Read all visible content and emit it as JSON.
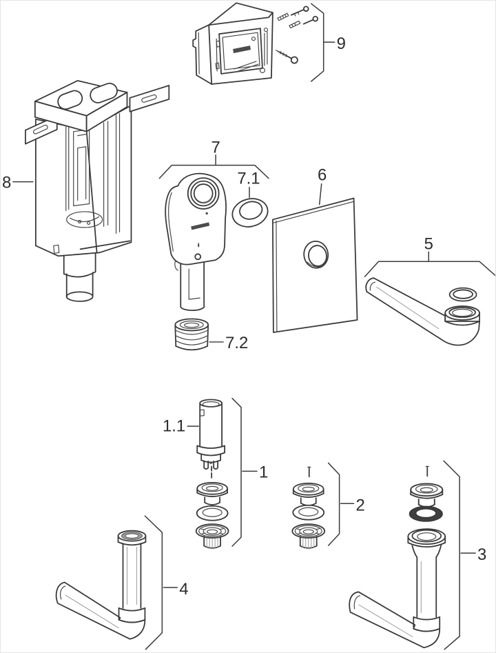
{
  "page": {
    "background": "#ffffff",
    "border_color": "#e4e4e4",
    "line_color": "#3a3a3a",
    "label_color": "#2b2b2b"
  },
  "diagram": {
    "type": "exploded-parts-diagram",
    "subject": "concealed cistern, odour trap and drain fittings spare parts",
    "callouts": {
      "c9": {
        "label": "9"
      },
      "c8": {
        "label": "8"
      },
      "c7": {
        "label": "7"
      },
      "c7_1": {
        "label": "7.1"
      },
      "c7_2": {
        "label": "7.2"
      },
      "c6": {
        "label": "6"
      },
      "c5": {
        "label": "5"
      },
      "c1_1": {
        "label": "1.1"
      },
      "c1": {
        "label": "1"
      },
      "c2": {
        "label": "2"
      },
      "c3": {
        "label": "3"
      },
      "c4": {
        "label": "4"
      }
    },
    "parts": [
      {
        "ref": "9",
        "depicts": "wall mounting box with fixing screws and plugs"
      },
      {
        "ref": "8",
        "depicts": "concealed cistern with wall straps, cutaway view"
      },
      {
        "ref": "7",
        "depicts": "odour trap body with outlet tube"
      },
      {
        "ref": "7.1",
        "depicts": "seal ring"
      },
      {
        "ref": "7.2",
        "depicts": "threaded adapter"
      },
      {
        "ref": "6",
        "depicts": "cover plate with round opening"
      },
      {
        "ref": "5",
        "depicts": "outlet bend with flange and o-ring"
      },
      {
        "ref": "1.1",
        "depicts": "standpipe"
      },
      {
        "ref": "1",
        "depicts": "drain valve set: socket, washer, strainer"
      },
      {
        "ref": "2",
        "depicts": "drain valve set with pin: socket, washer, strainer"
      },
      {
        "ref": "3",
        "depicts": "drain set with dark seal and elbow standpipe"
      },
      {
        "ref": "4",
        "depicts": "elbow pipe with vertical standpipe"
      }
    ]
  }
}
